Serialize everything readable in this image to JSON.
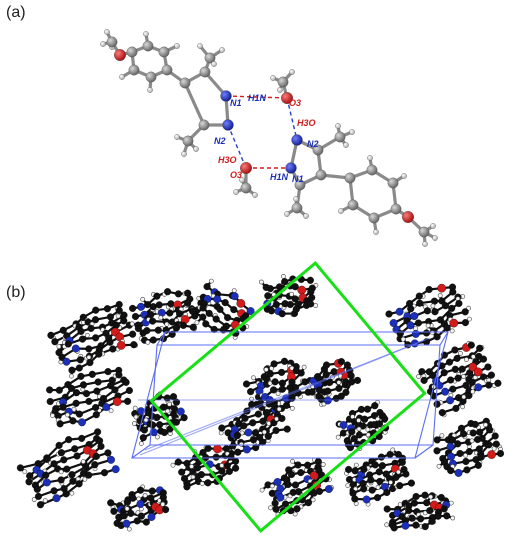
{
  "panels": {
    "a": {
      "label": "(a)"
    },
    "b": {
      "label": "(b)"
    }
  },
  "atom_labels": {
    "n1_top": "N1",
    "h1n_top": "H1N",
    "o3_top": "O3",
    "h3o_top": "H3O",
    "n2_top": "N2",
    "n2_bottom": "N2",
    "h3o_bottom": "H3O",
    "o3_bottom": "O3",
    "h1n_bottom": "H1N",
    "n1_bottom": "N1"
  },
  "colors": {
    "carbon": "#7d7d7d",
    "nitrogen": "#1b2fb8",
    "oxygen": "#d21c1c",
    "hydrogen": "#e8e8e8",
    "hbond_n": "#2a3fc8",
    "hbond_o": "#d21c1c",
    "unit_cell": "#5a6cf0",
    "highlight": "#17e017",
    "packing_atom": "#111111"
  }
}
